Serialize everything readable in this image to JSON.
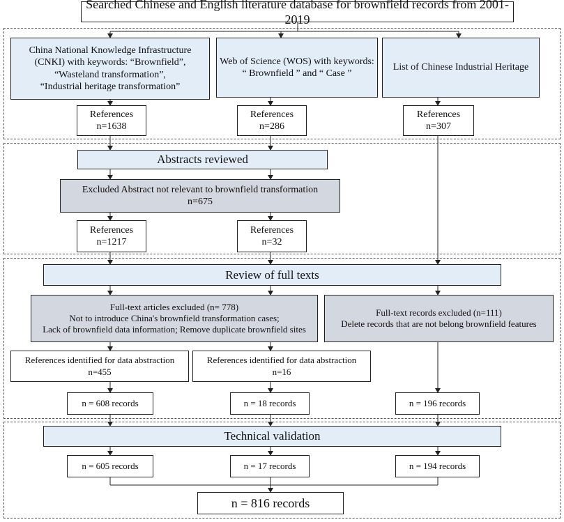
{
  "title": "Searched Chinese and English literature database for brownfield records from 2001-2019",
  "sources": [
    {
      "lines": [
        "China National Knowledge Infrastructure",
        "(CNKI) with keywords: “Brownfield”,",
        "“Wasteland transformation”,",
        "“Industrial heritage transformation”"
      ]
    },
    {
      "lines": [
        "Web of Science (WOS) with keywords:",
        "“ Brownfield ” and “ Case ”"
      ]
    },
    {
      "lines": [
        "List of Chinese Industrial Heritage"
      ]
    }
  ],
  "refs1": [
    {
      "label": "References",
      "count": "n=1638"
    },
    {
      "label": "References",
      "count": "n=286"
    },
    {
      "label": "References",
      "count": "n=307"
    }
  ],
  "abstracts": {
    "label": "Abstracts reviewed"
  },
  "excluded_abstract": {
    "label": "Excluded Abstract not relevant to brownfield transformation",
    "count": "n=675"
  },
  "refs2": [
    {
      "label": "References",
      "count": "n=1217"
    },
    {
      "label": "References",
      "count": "n=32"
    }
  ],
  "fulltext_review": {
    "label": "Review of full texts"
  },
  "fulltext_excluded_left": {
    "lines": [
      "Full-text articles excluded (n= 778)",
      "Not to introduce China's brownfield transformation cases;",
      "Lack of brownfield data information; Remove duplicate brownfield sites"
    ]
  },
  "fulltext_excluded_right": {
    "lines": [
      "Full-text records excluded (n=111)",
      "Delete records that are not belong brownfield features"
    ]
  },
  "identified": [
    {
      "label": "References identified for data abstraction",
      "count": "n=455"
    },
    {
      "label": "References identified for data abstraction",
      "count": "n=16"
    }
  ],
  "records1": [
    "n = 608 records",
    "n = 18 records",
    "n = 196 records"
  ],
  "validation": {
    "label": "Technical validation"
  },
  "records2": [
    "n = 605 records",
    "n = 17 records",
    "n = 194 records"
  ],
  "final": {
    "label": "n = 816 records"
  }
}
